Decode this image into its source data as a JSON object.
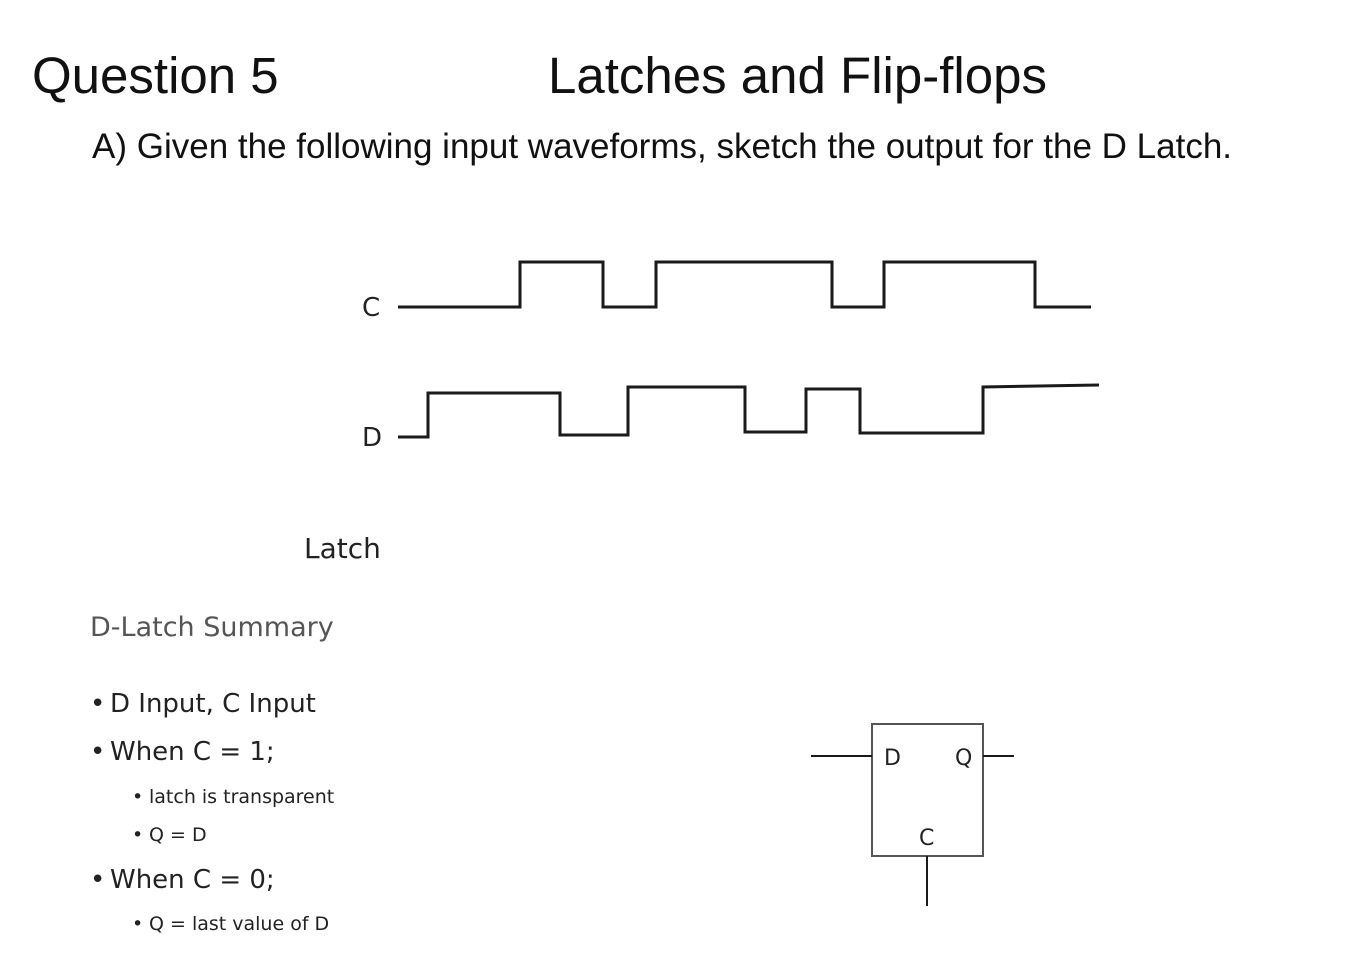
{
  "header": {
    "question_label": "Question 5",
    "title": "Latches and Flip-flops"
  },
  "part_a": {
    "prompt": "A)  Given the following input waveforms, sketch the output for the D Latch."
  },
  "waveforms": {
    "c_label": "C",
    "d_label": "D",
    "c_levels": [
      0,
      1,
      0,
      1,
      0,
      1,
      0
    ],
    "d_levels": [
      0,
      1,
      0,
      1,
      0,
      1,
      0,
      1
    ]
  },
  "latch_heading": "Latch",
  "summary": {
    "title": "D-Latch Summary",
    "items": [
      {
        "text": "D Input, C Input"
      },
      {
        "text": "When C = 1;"
      },
      {
        "text": "latch is transparent"
      },
      {
        "text": "Q = D"
      },
      {
        "text": "When C = 0;"
      },
      {
        "text": "Q = last value of D"
      }
    ]
  },
  "latch_block": {
    "d_pin": "D",
    "q_pin": "Q",
    "c_pin": "C"
  }
}
